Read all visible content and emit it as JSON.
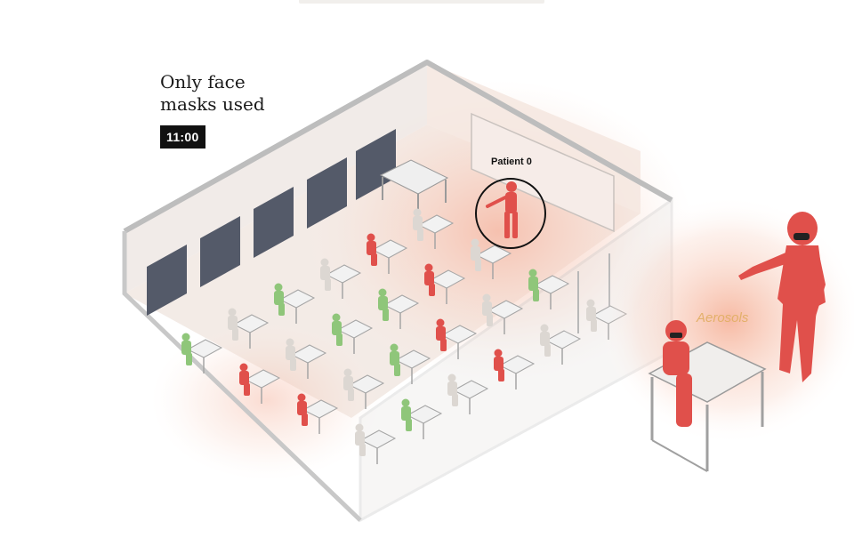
{
  "header": {
    "title_line1": "Only face",
    "title_line2": "masks used",
    "time": "11:00"
  },
  "annotations": {
    "patient_label": "Patient 0",
    "aerosol_label": "Aerosols"
  },
  "colors": {
    "infected": "#e0504b",
    "healthy_green": "#8fc67a",
    "neutral_person": "#dcd7d2",
    "aerosol_glow": "#f28f74",
    "room_wall": "#d8d8d8",
    "window": "#4e5566"
  },
  "students": [
    {
      "status": "healthy"
    },
    {
      "status": "neutral"
    },
    {
      "status": "healthy"
    },
    {
      "status": "neutral"
    },
    {
      "status": "infected"
    },
    {
      "status": "neutral"
    },
    {
      "status": "infected"
    },
    {
      "status": "neutral"
    },
    {
      "status": "healthy"
    },
    {
      "status": "healthy"
    },
    {
      "status": "infected"
    },
    {
      "status": "neutral"
    },
    {
      "status": "infected"
    },
    {
      "status": "neutral"
    },
    {
      "status": "healthy"
    },
    {
      "status": "infected"
    },
    {
      "status": "neutral"
    },
    {
      "status": "healthy"
    },
    {
      "status": "neutral"
    },
    {
      "status": "healthy"
    },
    {
      "status": "neutral"
    },
    {
      "status": "infected"
    },
    {
      "status": "neutral"
    },
    {
      "status": "neutral"
    }
  ]
}
